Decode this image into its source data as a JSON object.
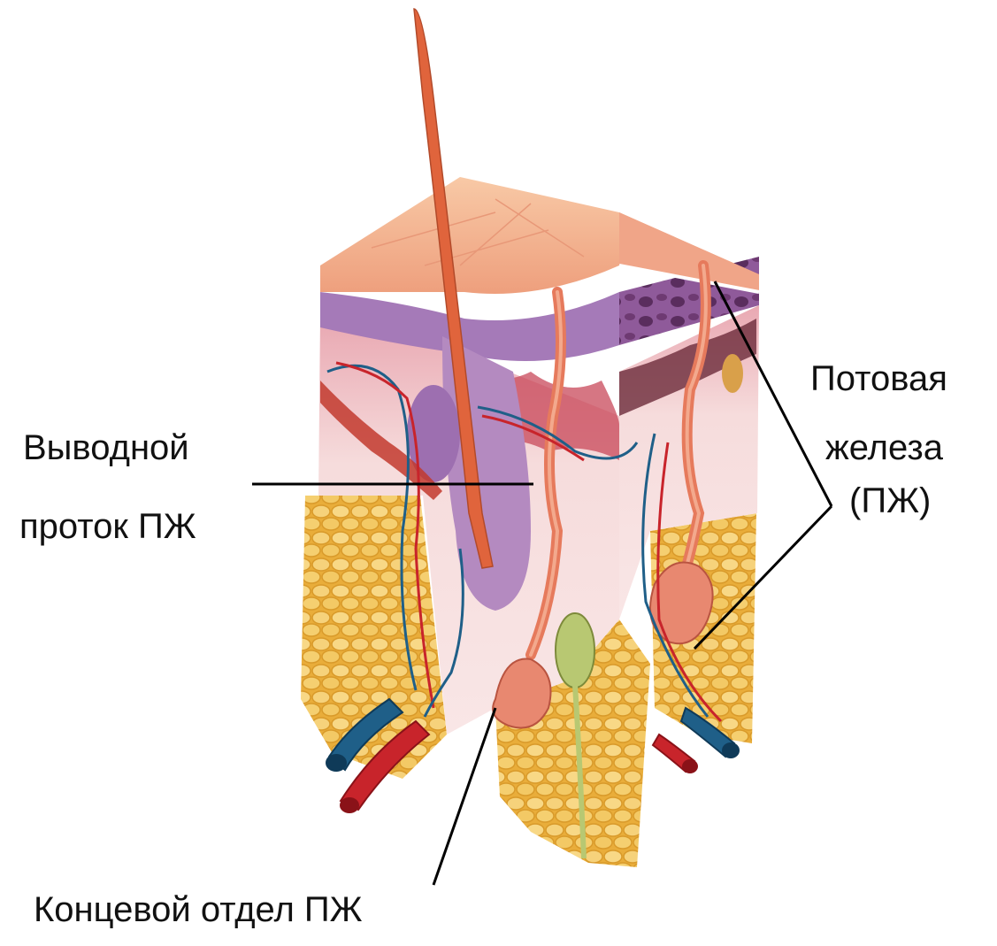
{
  "labels": {
    "duct_line1": "Выводной",
    "duct_line2": "проток ПЖ",
    "gland_line1": "Потовая",
    "gland_line2": "железа",
    "gland_line3": "(ПЖ)",
    "end_section": "Концевой отдел ПЖ"
  },
  "colors": {
    "epidermis": "#f2b08f",
    "basal_layer": "#a57ab8",
    "dermis": "#f6d8d6",
    "fat": "#f1c25a",
    "hair": "#e0643c",
    "artery": "#c8242b",
    "vein": "#1f5f88",
    "sweat_gland": "#e88870",
    "nerve_bulb": "#b8c872",
    "leader_line": "#000000"
  }
}
